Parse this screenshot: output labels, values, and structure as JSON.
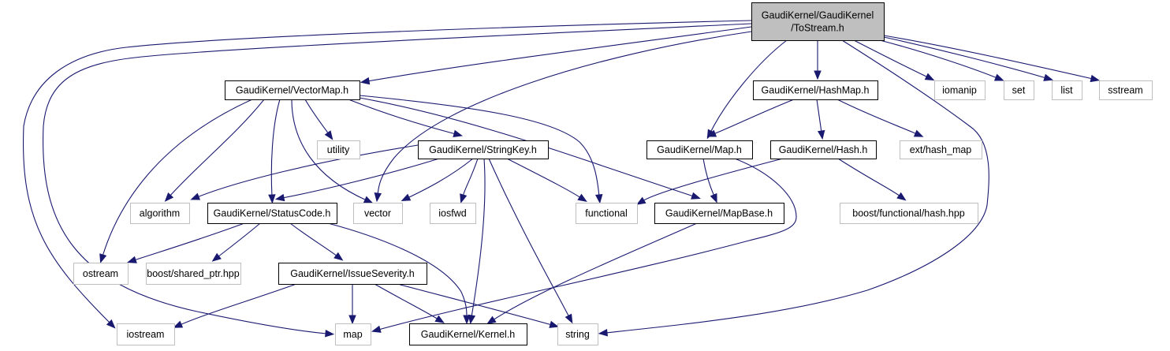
{
  "diagram": {
    "type": "include-dependency-graph",
    "colors": {
      "edge": "#191970",
      "root_fill": "#bfbfbf",
      "root_border": "#000000",
      "documented_border": "#000000",
      "external_border": "#bfbfbf",
      "node_fill": "#ffffff"
    },
    "nodes": [
      {
        "id": "tostream",
        "lines": [
          "GaudiKernel/GaudiKernel",
          "/ToStream.h"
        ],
        "kind": "root"
      },
      {
        "id": "vectormap",
        "lines": [
          "GaudiKernel/VectorMap.h"
        ],
        "kind": "documented"
      },
      {
        "id": "hashmap",
        "lines": [
          "GaudiKernel/HashMap.h"
        ],
        "kind": "documented"
      },
      {
        "id": "iomanip",
        "lines": [
          "iomanip"
        ],
        "kind": "external"
      },
      {
        "id": "set",
        "lines": [
          "set"
        ],
        "kind": "external"
      },
      {
        "id": "list",
        "lines": [
          "list"
        ],
        "kind": "external"
      },
      {
        "id": "sstream",
        "lines": [
          "sstream"
        ],
        "kind": "external"
      },
      {
        "id": "utility",
        "lines": [
          "utility"
        ],
        "kind": "external"
      },
      {
        "id": "stringkey",
        "lines": [
          "GaudiKernel/StringKey.h"
        ],
        "kind": "documented"
      },
      {
        "id": "map_h",
        "lines": [
          "GaudiKernel/Map.h"
        ],
        "kind": "documented"
      },
      {
        "id": "hash_h",
        "lines": [
          "GaudiKernel/Hash.h"
        ],
        "kind": "documented"
      },
      {
        "id": "ext_hash_map",
        "lines": [
          "ext/hash_map"
        ],
        "kind": "external"
      },
      {
        "id": "algorithm",
        "lines": [
          "algorithm"
        ],
        "kind": "external"
      },
      {
        "id": "statuscode",
        "lines": [
          "GaudiKernel/StatusCode.h"
        ],
        "kind": "documented"
      },
      {
        "id": "vector",
        "lines": [
          "vector"
        ],
        "kind": "external"
      },
      {
        "id": "iosfwd",
        "lines": [
          "iosfwd"
        ],
        "kind": "external"
      },
      {
        "id": "functional",
        "lines": [
          "functional"
        ],
        "kind": "external"
      },
      {
        "id": "mapbase",
        "lines": [
          "GaudiKernel/MapBase.h"
        ],
        "kind": "documented"
      },
      {
        "id": "boost_hash",
        "lines": [
          "boost/functional/hash.hpp"
        ],
        "kind": "external"
      },
      {
        "id": "ostream",
        "lines": [
          "ostream"
        ],
        "kind": "external"
      },
      {
        "id": "boost_shared_ptr",
        "lines": [
          "boost/shared_ptr.hpp"
        ],
        "kind": "external"
      },
      {
        "id": "issueseverity",
        "lines": [
          "GaudiKernel/IssueSeverity.h"
        ],
        "kind": "documented"
      },
      {
        "id": "iostream",
        "lines": [
          "iostream"
        ],
        "kind": "external"
      },
      {
        "id": "map",
        "lines": [
          "map"
        ],
        "kind": "external"
      },
      {
        "id": "kernel",
        "lines": [
          "GaudiKernel/Kernel.h"
        ],
        "kind": "documented"
      },
      {
        "id": "string",
        "lines": [
          "string"
        ],
        "kind": "external"
      }
    ],
    "edges": [
      {
        "from": "tostream",
        "to": "vectormap"
      },
      {
        "from": "tostream",
        "to": "hashmap"
      },
      {
        "from": "tostream",
        "to": "iomanip"
      },
      {
        "from": "tostream",
        "to": "set"
      },
      {
        "from": "tostream",
        "to": "list"
      },
      {
        "from": "tostream",
        "to": "sstream"
      },
      {
        "from": "tostream",
        "to": "map_h"
      },
      {
        "from": "tostream",
        "to": "vector"
      },
      {
        "from": "tostream",
        "to": "iostream"
      },
      {
        "from": "tostream",
        "to": "map"
      },
      {
        "from": "tostream",
        "to": "string"
      },
      {
        "from": "vectormap",
        "to": "utility"
      },
      {
        "from": "vectormap",
        "to": "stringkey"
      },
      {
        "from": "vectormap",
        "to": "algorithm"
      },
      {
        "from": "vectormap",
        "to": "statuscode"
      },
      {
        "from": "vectormap",
        "to": "vector"
      },
      {
        "from": "vectormap",
        "to": "functional"
      },
      {
        "from": "vectormap",
        "to": "mapbase"
      },
      {
        "from": "vectormap",
        "to": "ostream"
      },
      {
        "from": "hashmap",
        "to": "map_h"
      },
      {
        "from": "hashmap",
        "to": "hash_h"
      },
      {
        "from": "hashmap",
        "to": "ext_hash_map"
      },
      {
        "from": "stringkey",
        "to": "algorithm"
      },
      {
        "from": "stringkey",
        "to": "statuscode"
      },
      {
        "from": "stringkey",
        "to": "vector"
      },
      {
        "from": "stringkey",
        "to": "iosfwd"
      },
      {
        "from": "stringkey",
        "to": "functional"
      },
      {
        "from": "stringkey",
        "to": "kernel"
      },
      {
        "from": "stringkey",
        "to": "string"
      },
      {
        "from": "map_h",
        "to": "mapbase"
      },
      {
        "from": "map_h",
        "to": "map"
      },
      {
        "from": "hash_h",
        "to": "functional"
      },
      {
        "from": "hash_h",
        "to": "boost_hash"
      },
      {
        "from": "statuscode",
        "to": "ostream"
      },
      {
        "from": "statuscode",
        "to": "boost_shared_ptr"
      },
      {
        "from": "statuscode",
        "to": "issueseverity"
      },
      {
        "from": "statuscode",
        "to": "kernel"
      },
      {
        "from": "mapbase",
        "to": "kernel"
      },
      {
        "from": "issueseverity",
        "to": "iostream"
      },
      {
        "from": "issueseverity",
        "to": "map"
      },
      {
        "from": "issueseverity",
        "to": "kernel"
      },
      {
        "from": "issueseverity",
        "to": "string"
      }
    ]
  }
}
